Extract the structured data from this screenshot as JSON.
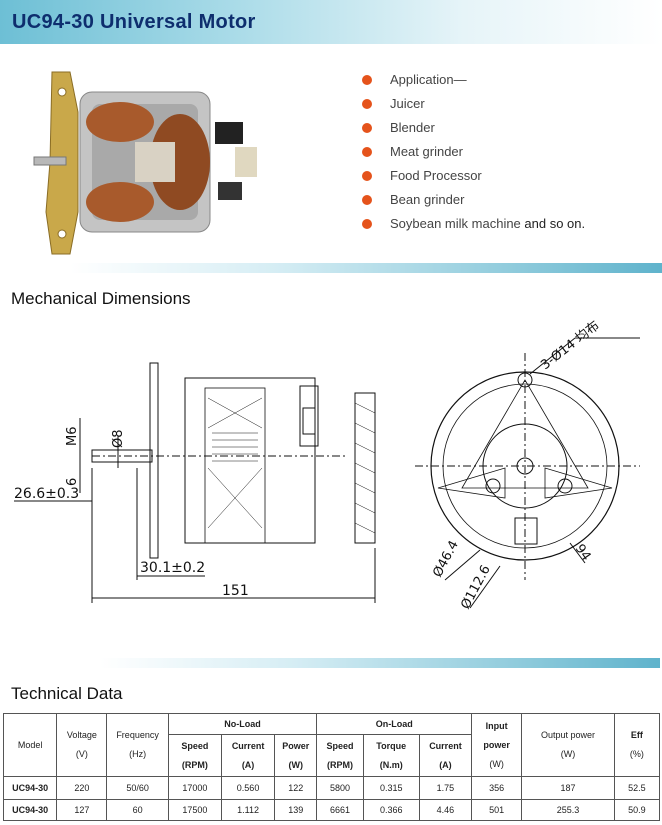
{
  "header": {
    "title": "UC94-30 Universal Motor"
  },
  "applications": [
    {
      "label": "Application—"
    },
    {
      "label": "Juicer"
    },
    {
      "label": "Blender"
    },
    {
      "label": "Meat grinder"
    },
    {
      "label": "Food Processor"
    },
    {
      "label": "Bean grinder"
    },
    {
      "label": "Soybean milk machine",
      "extra": " and so on."
    }
  ],
  "sections": {
    "mechanical": "Mechanical Dimensions",
    "technical": "Technical Data"
  },
  "drawing": {
    "dim_m6": "M6",
    "dim_phi8": "Ø8",
    "dim_6": "6",
    "dim_26_6": "26.6±0.3",
    "dim_30_1": "30.1±0.2",
    "dim_151": "151",
    "dim_holes": "3-Ø14 均布",
    "dim_46_4": "Ø46.4",
    "dim_112_6": "Ø112.6",
    "dim_94": "94"
  },
  "table": {
    "headers": {
      "model": "Model",
      "voltage": "Voltage",
      "voltage_unit": "(V)",
      "frequency": "Frequency",
      "frequency_unit": "(Hz)",
      "no_load": "No-Load",
      "on_load": "On-Load",
      "speed": "Speed",
      "speed_unit": "(RPM)",
      "current": "Current",
      "current_unit": "(A)",
      "power": "Power",
      "power_unit": "(W)",
      "torque": "Torque",
      "torque_unit": "(N.m)",
      "input": "Input",
      "input_power": "power",
      "input_unit": "(W)",
      "output": "Output power",
      "output_unit": "(W)",
      "eff": "Eff",
      "eff_unit": "(%)"
    },
    "rows": [
      [
        "UC94-30",
        "220",
        "50/60",
        "17000",
        "0.560",
        "122",
        "5800",
        "0.315",
        "1.75",
        "356",
        "187",
        "52.5"
      ],
      [
        "UC94-30",
        "127",
        "60",
        "17500",
        "1.112",
        "139",
        "6661",
        "0.366",
        "4.46",
        "501",
        "255.3",
        "50.9"
      ]
    ]
  }
}
